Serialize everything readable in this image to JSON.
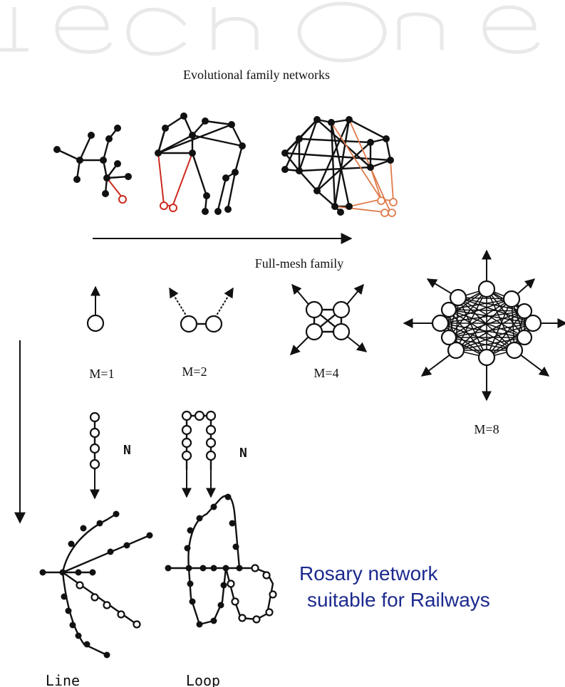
{
  "title": "Evolutional family networks",
  "full_mesh_label": "Full-mesh family",
  "mesh_labels": {
    "m1": "M=1",
    "m2": "M=2",
    "m4": "M=4",
    "m8": "M=8"
  },
  "chain_label": "N",
  "rosary": {
    "line1": "Rosary network",
    "line2": "suitable for Railways"
  },
  "bottom_labels": {
    "line": "Line",
    "loop": "Loop"
  },
  "colors": {
    "edge": "#111111",
    "highlight_red": "#cc2a1e",
    "highlight_orange": "#e07a4a",
    "caption_blue": "#1c2a8e",
    "watermark": "#e9e9e9"
  }
}
